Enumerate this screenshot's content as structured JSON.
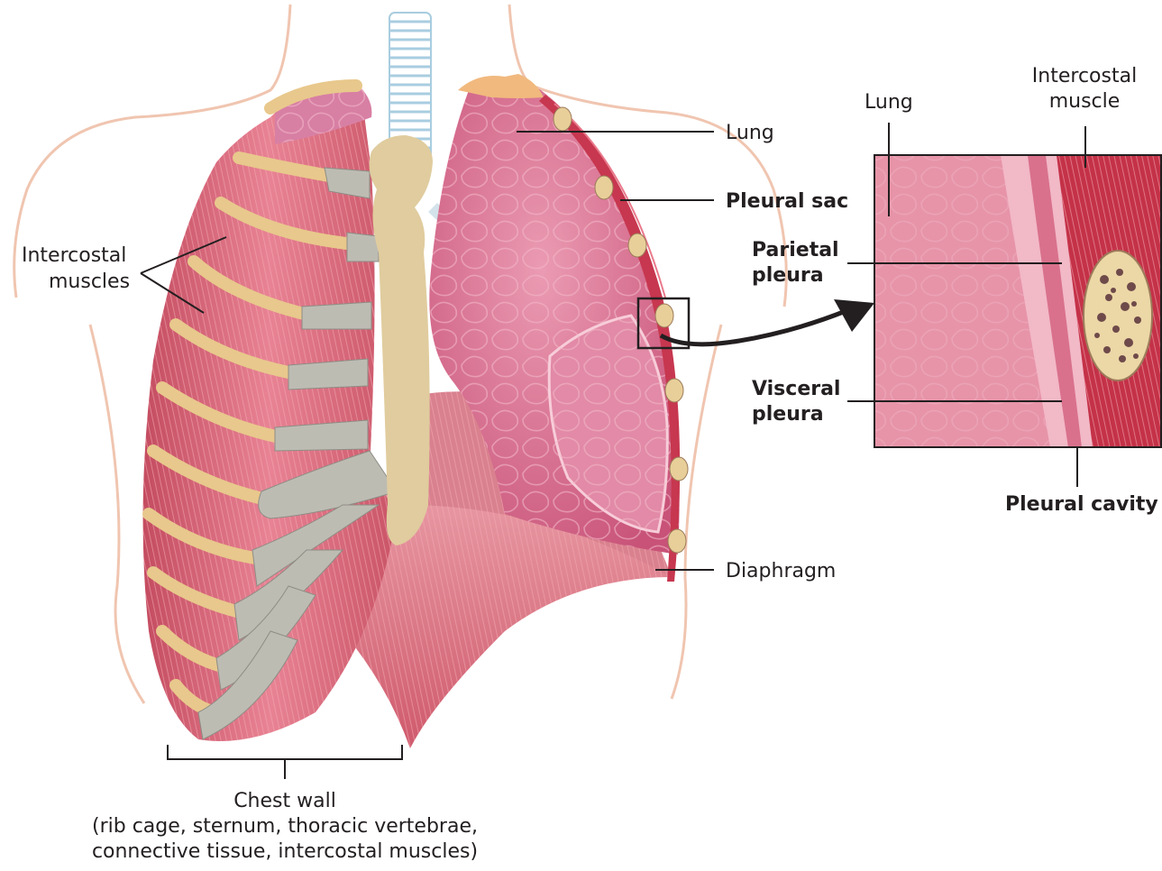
{
  "labels": {
    "lung": "Lung",
    "pleural_sac": "Pleural sac",
    "diaphragm": "Diaphragm",
    "intercostal_muscles_l1": "Intercostal",
    "intercostal_muscles_l2": "muscles",
    "chest_wall_title": "Chest wall",
    "chest_wall_l2": "(rib cage, sternum, thoracic vertebrae,",
    "chest_wall_l3": "connective tissue, intercostal muscles)"
  },
  "inset": {
    "lung": "Lung",
    "intercostal_muscle_l1": "Intercostal",
    "intercostal_muscle_l2": "muscle",
    "parietal_l1": "Parietal",
    "parietal_l2": "pleura",
    "visceral_l1": "Visceral",
    "visceral_l2": "pleura",
    "pleural_cavity": "Pleural cavity"
  },
  "colors": {
    "lung": "#d9708f",
    "muscle": "#d4586b",
    "rib": "#e8c88c",
    "cartilage": "#bdbcb3",
    "sternum": "#e0cc9e",
    "body_outline": "#f0c5b0",
    "trachea": "#a8cde0"
  }
}
